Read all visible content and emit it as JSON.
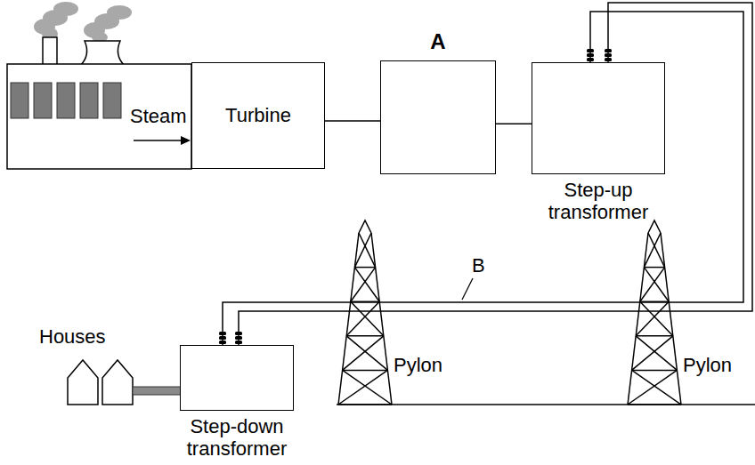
{
  "diagram": {
    "nodes": [
      {
        "text": [
          "Turbine"
        ]
      },
      {
        "text": [
          "A"
        ]
      },
      {
        "text": [
          "Step-up transformer"
        ]
      },
      {
        "text": [
          "Step-down transformer"
        ]
      }
    ],
    "edges": [
      {
        "from": 0,
        "to": 1,
        "arrow": "none"
      },
      {
        "from": 1,
        "to": 2,
        "arrow": "none"
      },
      {
        "from": 2,
        "to": 3,
        "arrow": "none"
      }
    ],
    "labels": [
      "Steam",
      "B",
      "Houses",
      "Pylon",
      "Pylon"
    ]
  }
}
